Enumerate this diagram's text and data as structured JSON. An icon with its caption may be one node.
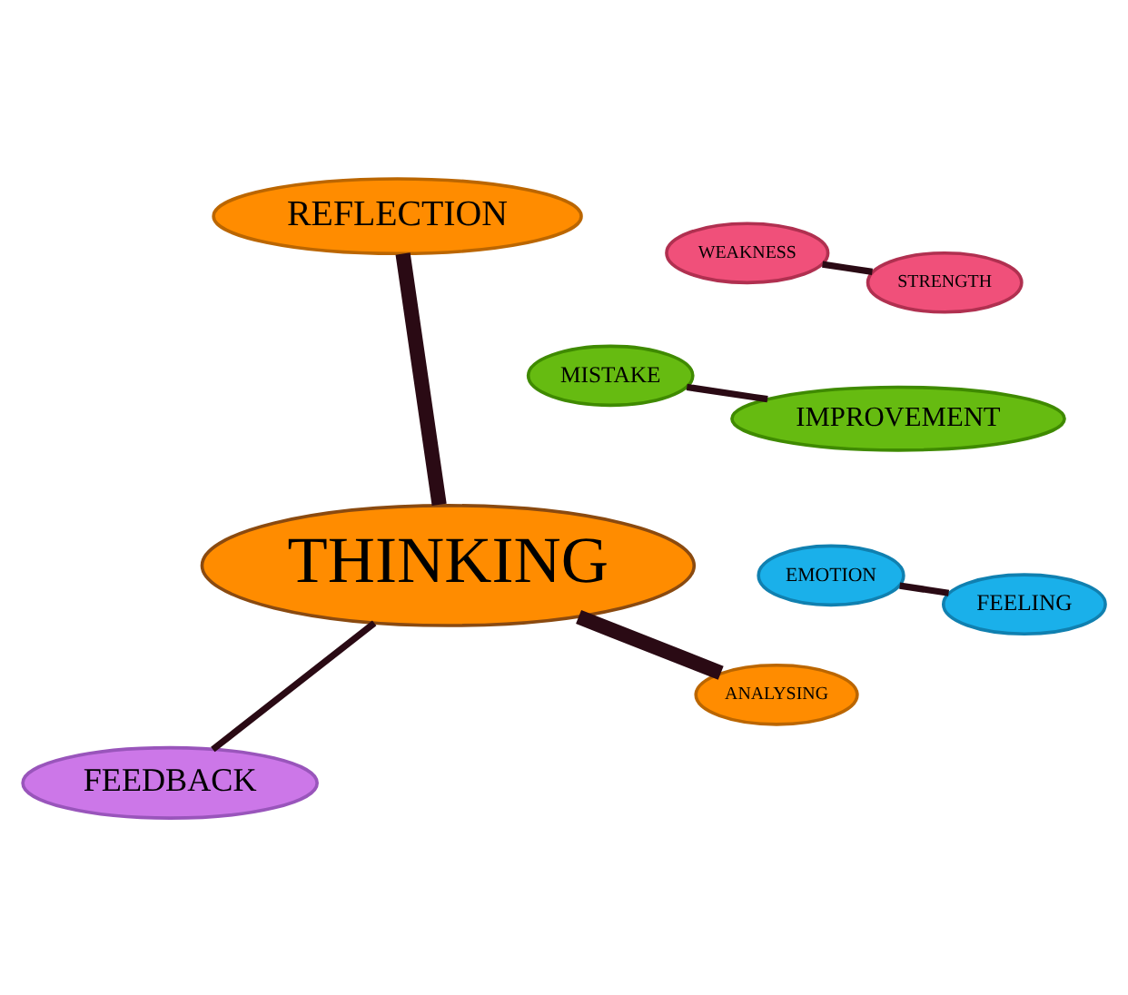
{
  "diagram": {
    "nodes": [
      {
        "text": [
          "FEEDBACK"
        ]
      },
      {
        "text": [
          "ANALYSING"
        ]
      },
      {
        "text": [
          "THINKING"
        ]
      },
      {
        "text": [
          "WEAKNESS"
        ]
      },
      {
        "text": [
          "EMOTION"
        ]
      },
      {
        "text": [
          "FEELING"
        ]
      },
      {
        "text": [
          "MISTAKE"
        ]
      },
      {
        "text": [
          "STRENGTH"
        ]
      },
      {
        "text": [
          "IMPROVEMENT"
        ]
      },
      {
        "text": [
          "REFLECTION"
        ]
      }
    ],
    "edges": [
      {
        "from": 0,
        "to": 2,
        "arrow": "none"
      },
      {
        "from": 1,
        "to": 2,
        "arrow": "none",
        "style": "thick"
      },
      {
        "from": 2,
        "to": 9,
        "arrow": "none",
        "style": "thick"
      },
      {
        "from": 3,
        "to": 7,
        "arrow": "none"
      },
      {
        "from": 4,
        "to": 5,
        "arrow": "none"
      },
      {
        "from": 6,
        "to": 8,
        "arrow": "none"
      }
    ]
  }
}
